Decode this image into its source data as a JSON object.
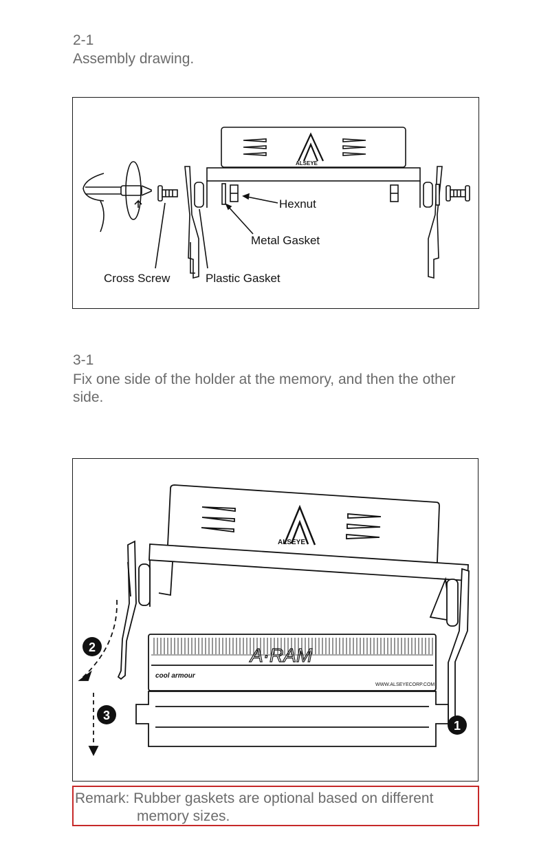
{
  "steps": [
    {
      "number": "2-1",
      "text": "Assembly drawing."
    },
    {
      "number": "3-1",
      "text": "Fix one side of the holder at the memory, and then the other side."
    }
  ],
  "figure1": {
    "callouts": {
      "hexnut": "Hexnut",
      "metal_gasket": "Metal Gasket",
      "cross_screw": "Cross Screw",
      "plastic_gasket": "Plastic Gasket"
    },
    "logo_text": "ALSEYE"
  },
  "figure2": {
    "logo_text": "ALSEYE",
    "module_brand": "A·RAM",
    "module_sub": "cool armour",
    "module_url": "WWW.ALSEYECORP.COM",
    "markers": [
      "2",
      "3",
      "1"
    ]
  },
  "remark": {
    "line1": "Remark: Rubber gaskets are optional based on different",
    "line2": "memory sizes."
  }
}
